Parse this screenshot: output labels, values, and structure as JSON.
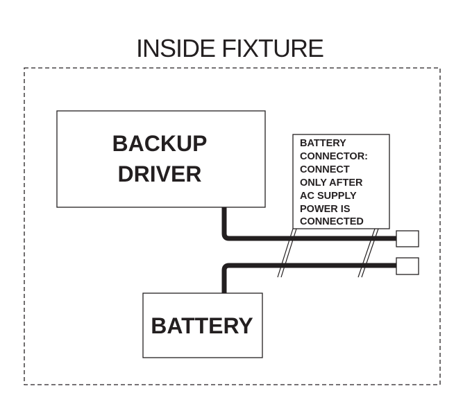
{
  "title": "INSIDE FIXTURE",
  "backup_driver": {
    "line1": "BACKUP",
    "line2": "DRIVER"
  },
  "battery": {
    "label": "BATTERY"
  },
  "battery_connector_note": {
    "lines": [
      "BATTERY",
      "CONNECTOR:",
      "CONNECT",
      "ONLY AFTER",
      "AC SUPPLY",
      "POWER IS",
      "CONNECTED"
    ]
  },
  "colors": {
    "ink": "#231f20",
    "background": "#ffffff"
  }
}
